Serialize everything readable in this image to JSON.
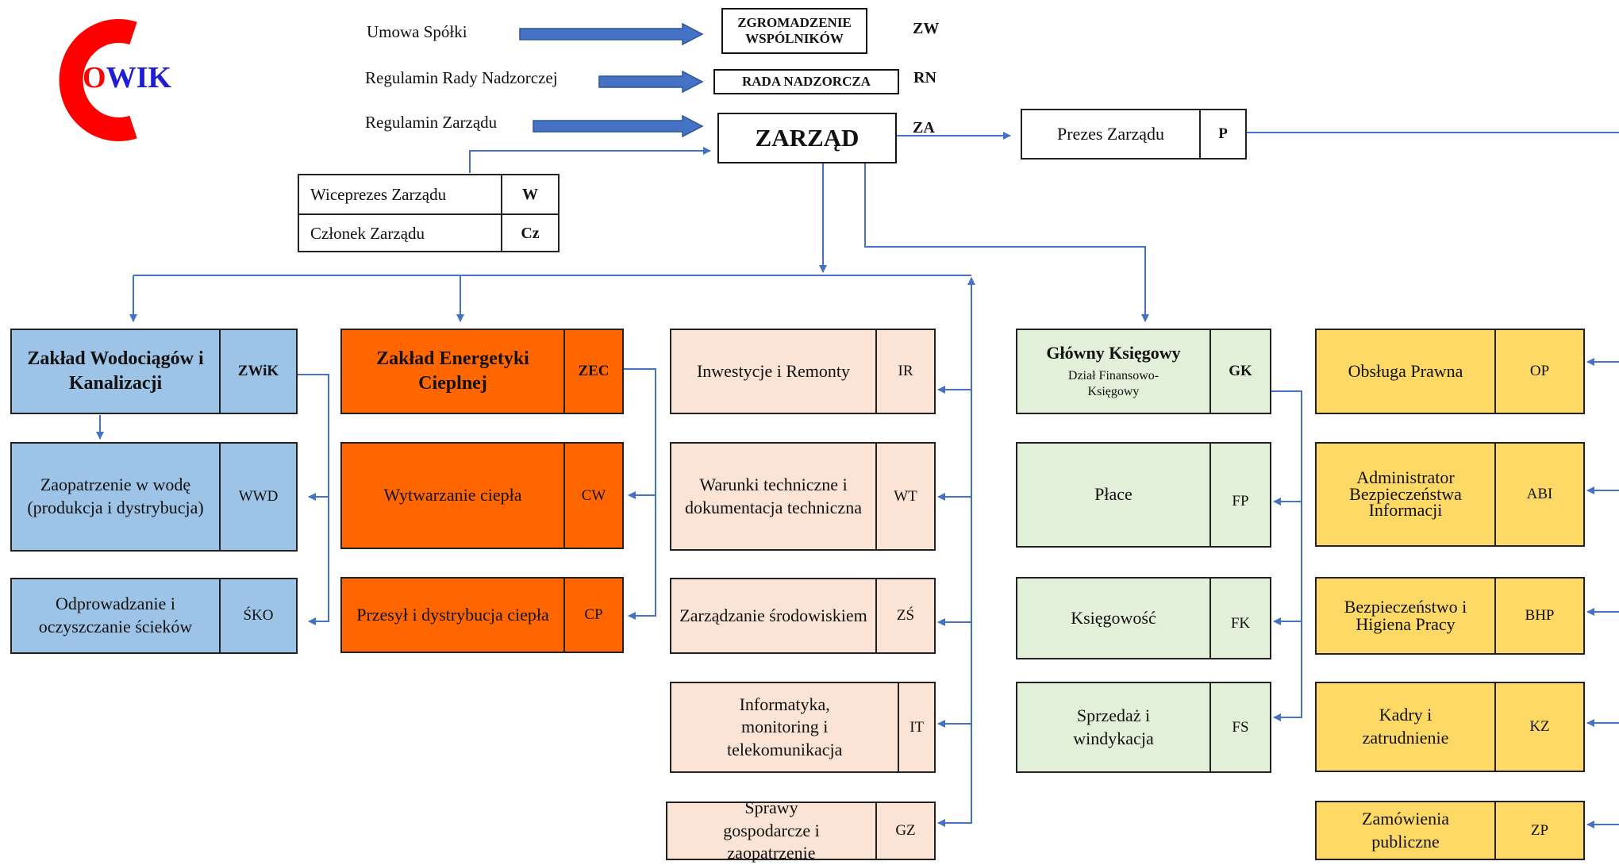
{
  "logo": {
    "big_letter": "C",
    "text_o": "O",
    "text_rest": "WIK"
  },
  "governance": {
    "documents": [
      "Umowa Spółki",
      "Regulamin Rady Nadzorczej",
      "Regulamin Zarządu"
    ],
    "zw_title": "ZGROMADZENIE WSPÓLNIKÓW",
    "zw_code": "ZW",
    "rn_title": "RADA NADZORCZA",
    "rn_code": "RN",
    "za_title": "ZARZĄD",
    "za_code": "ZA",
    "prezes_label": "Prezes Zarządu",
    "prezes_code": "P"
  },
  "board_members": [
    {
      "label": "Wiceprezes Zarządu",
      "code": "W"
    },
    {
      "label": "Członek Zarządu",
      "code": "Cz"
    }
  ],
  "units": {
    "zwik": {
      "label": "Zakład Wodociągów i Kanalizacji",
      "code": "ZWiK"
    },
    "wwd": {
      "label": "Zaopatrzenie w wodę (produkcja i dystrybucja)",
      "code": "WWD"
    },
    "sko": {
      "label": "Odprowadzanie i oczyszczanie ścieków",
      "code": "ŚKO"
    },
    "zec": {
      "label": "Zakład Energetyki Cieplnej",
      "code": "ZEC"
    },
    "cw": {
      "label": "Wytwarzanie ciepła",
      "code": "CW"
    },
    "cp": {
      "label": "Przesył i dystrybucja ciepła",
      "code": "CP"
    },
    "ir": {
      "label": "Inwestycje i Remonty",
      "code": "IR"
    },
    "wt": {
      "label": "Warunki techniczne i dokumentacja techniczna",
      "code": "WT"
    },
    "zs": {
      "label": "Zarządzanie środowiskiem",
      "code": "ZŚ"
    },
    "it": {
      "label": "Informatyka, monitoring i telekomunikacja",
      "code": "IT"
    },
    "gz": {
      "label": "Sprawy gospodarcze i zaopatrzenie",
      "code": "GZ"
    },
    "gk": {
      "label": "Główny Księgowy",
      "sublabel": "Dział Finansowo-Księgowy",
      "code": "GK"
    },
    "fp": {
      "label": "Płace",
      "code": "FP"
    },
    "fk": {
      "label": "Księgowość",
      "code": "FK"
    },
    "fs": {
      "label": "Sprzedaż i windykacja",
      "code": "FS"
    },
    "op": {
      "label": "Obsługa Prawna",
      "code": "OP"
    },
    "abi": {
      "label": "Administrator Bezpieczeństwa Informacji",
      "code": "ABI"
    },
    "bhp": {
      "label": "Bezpieczeństwo i Higiena Pracy",
      "code": "BHP"
    },
    "kz": {
      "label": "Kadry i zatrudnienie",
      "code": "KZ"
    },
    "zp": {
      "label": "Zamówienia publiczne",
      "code": "ZP"
    }
  },
  "colors": {
    "connector": "#4472c4",
    "water": "#9dc3e6",
    "heat": "#ff6600",
    "technical": "#fbe4d5",
    "finance": "#e2efd9",
    "support": "#ffd966",
    "logo": "#ff0000",
    "logo_text": "#1f1fd1"
  }
}
